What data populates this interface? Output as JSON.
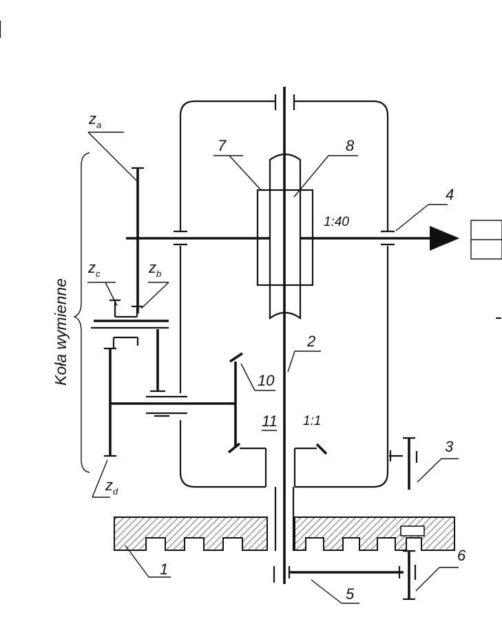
{
  "labels": {
    "za": {
      "main": "z",
      "sub": "a"
    },
    "zb": {
      "main": "z",
      "sub": "b"
    },
    "zc": {
      "main": "z",
      "sub": "c"
    },
    "zd": {
      "main": "z",
      "sub": "d"
    },
    "num1": "1",
    "num2": "2",
    "num3": "3",
    "num4": "4",
    "num5": "5",
    "num6": "6",
    "num7": "7",
    "num8": "8",
    "num10": "10",
    "num11": "11"
  },
  "ratios": {
    "worm": "1:40",
    "bevel": "1:1"
  },
  "side_caption": "Koła wymienne",
  "colors": {
    "line": "#111111",
    "hatch": "#444444",
    "background": "#ffffff"
  }
}
